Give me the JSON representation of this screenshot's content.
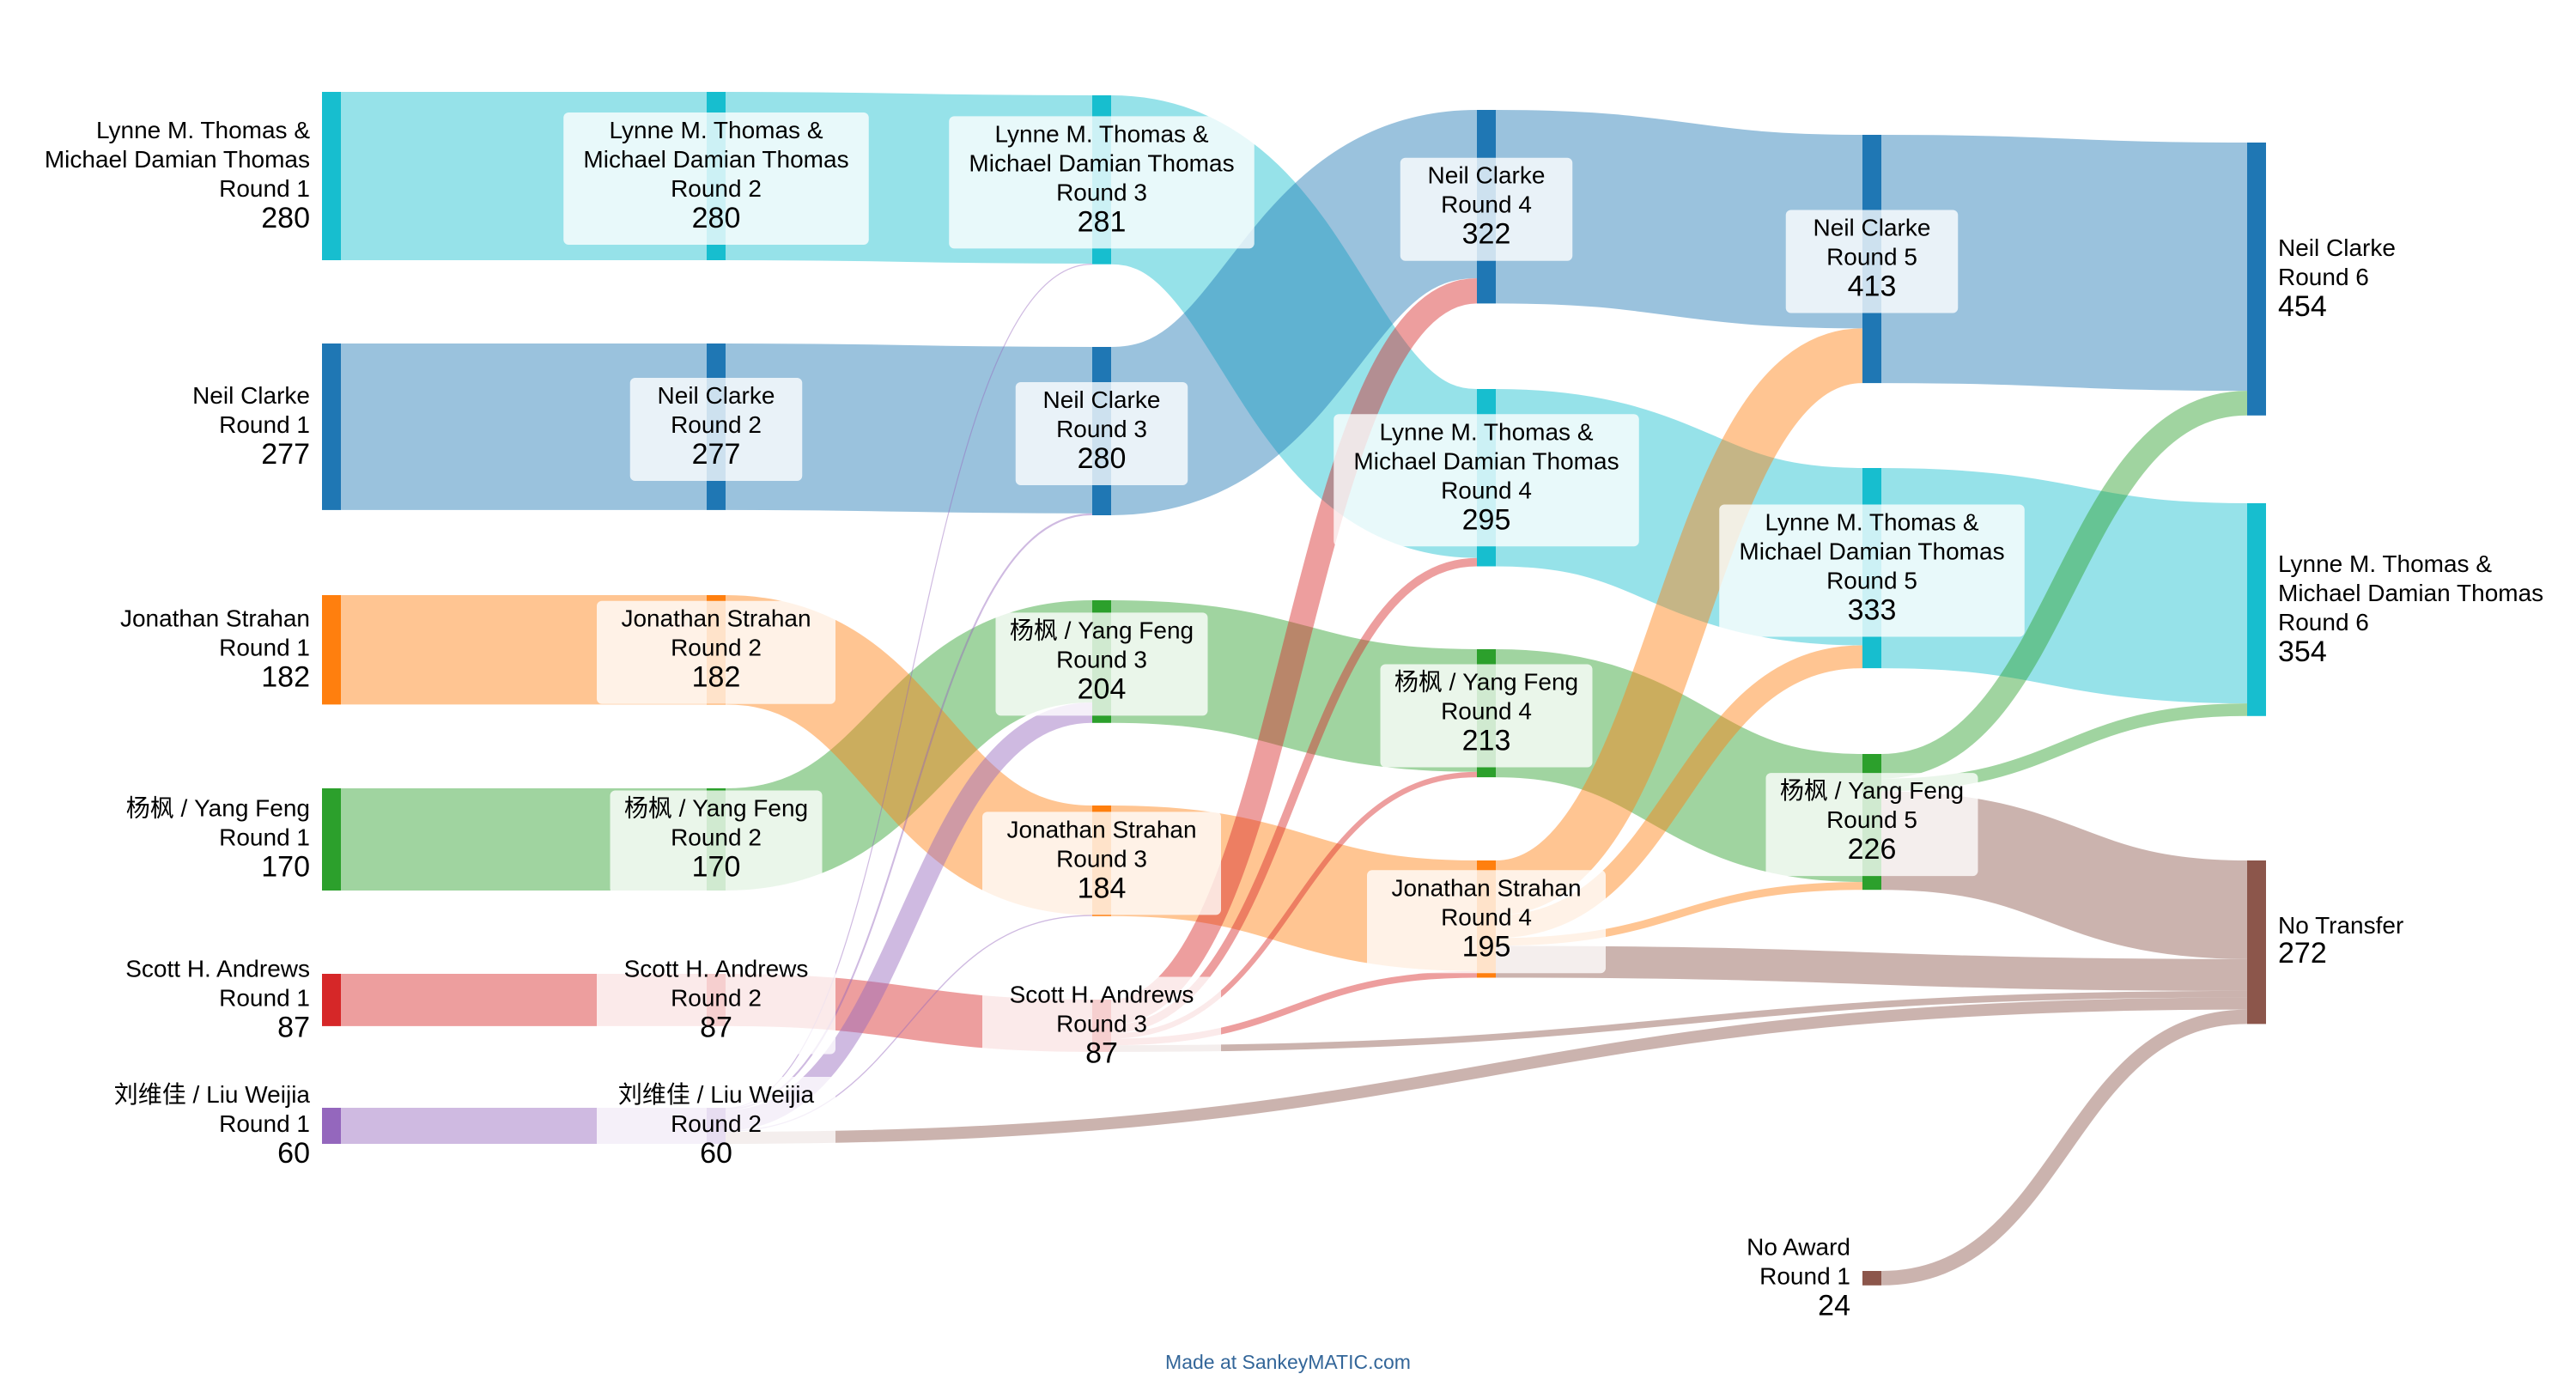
{
  "chart_data": {
    "type": "sankey",
    "credit": "Made at SankeyMATIC.com",
    "colors": {
      "Lynne M. Thomas & Michael Damian Thomas": "#17becf",
      "Neil Clarke": "#1f77b4",
      "Jonathan Strahan": "#ff7f0e",
      "杨枫 / Yang Feng": "#2ca02c",
      "Scott H. Andrews": "#d62728",
      "刘维佳 / Liu Weijia": "#9467bd",
      "No Award": "#8c564b",
      "No Transfer": "#8c564b"
    },
    "nodes": [
      {
        "id": "LT1",
        "candidate": "Lynne M. Thomas & Michael Damian Thomas",
        "lines": [
          "Lynne M. Thomas &",
          "Michael Damian Thomas"
        ],
        "round": "Round 1",
        "value": 280
      },
      {
        "id": "NC1",
        "candidate": "Neil Clarke",
        "lines": [
          "Neil Clarke"
        ],
        "round": "Round 1",
        "value": 277
      },
      {
        "id": "JS1",
        "candidate": "Jonathan Strahan",
        "lines": [
          "Jonathan Strahan"
        ],
        "round": "Round 1",
        "value": 182
      },
      {
        "id": "YF1",
        "candidate": "杨枫 / Yang Feng",
        "lines": [
          "杨枫 / Yang Feng"
        ],
        "round": "Round 1",
        "value": 170
      },
      {
        "id": "SA1",
        "candidate": "Scott H. Andrews",
        "lines": [
          "Scott H. Andrews"
        ],
        "round": "Round 1",
        "value": 87
      },
      {
        "id": "LW1",
        "candidate": "刘维佳 / Liu Weijia",
        "lines": [
          "刘维佳 / Liu Weijia"
        ],
        "round": "Round 1",
        "value": 60
      },
      {
        "id": "LT2",
        "candidate": "Lynne M. Thomas & Michael Damian Thomas",
        "lines": [
          "Lynne M. Thomas &",
          "Michael Damian Thomas"
        ],
        "round": "Round 2",
        "value": 280
      },
      {
        "id": "NC2",
        "candidate": "Neil Clarke",
        "lines": [
          "Neil Clarke"
        ],
        "round": "Round 2",
        "value": 277
      },
      {
        "id": "JS2",
        "candidate": "Jonathan Strahan",
        "lines": [
          "Jonathan Strahan"
        ],
        "round": "Round 2",
        "value": 182
      },
      {
        "id": "YF2",
        "candidate": "杨枫 / Yang Feng",
        "lines": [
          "杨枫 / Yang Feng"
        ],
        "round": "Round 2",
        "value": 170
      },
      {
        "id": "SA2",
        "candidate": "Scott H. Andrews",
        "lines": [
          "Scott H. Andrews"
        ],
        "round": "Round 2",
        "value": 87
      },
      {
        "id": "LW2",
        "candidate": "刘维佳 / Liu Weijia",
        "lines": [
          "刘维佳 / Liu Weijia"
        ],
        "round": "Round 2",
        "value": 60
      },
      {
        "id": "LT3",
        "candidate": "Lynne M. Thomas & Michael Damian Thomas",
        "lines": [
          "Lynne M. Thomas &",
          "Michael Damian Thomas"
        ],
        "round": "Round 3",
        "value": 281
      },
      {
        "id": "NC3",
        "candidate": "Neil Clarke",
        "lines": [
          "Neil Clarke"
        ],
        "round": "Round 3",
        "value": 280
      },
      {
        "id": "YF3",
        "candidate": "杨枫 / Yang Feng",
        "lines": [
          "杨枫 / Yang Feng"
        ],
        "round": "Round 3",
        "value": 204
      },
      {
        "id": "JS3",
        "candidate": "Jonathan Strahan",
        "lines": [
          "Jonathan Strahan"
        ],
        "round": "Round 3",
        "value": 184
      },
      {
        "id": "SA3",
        "candidate": "Scott H. Andrews",
        "lines": [
          "Scott H. Andrews"
        ],
        "round": "Round 3",
        "value": 87
      },
      {
        "id": "NC4",
        "candidate": "Neil Clarke",
        "lines": [
          "Neil Clarke"
        ],
        "round": "Round 4",
        "value": 322
      },
      {
        "id": "LT4",
        "candidate": "Lynne M. Thomas & Michael Damian Thomas",
        "lines": [
          "Lynne M. Thomas &",
          "Michael Damian Thomas"
        ],
        "round": "Round 4",
        "value": 295
      },
      {
        "id": "YF4",
        "candidate": "杨枫 / Yang Feng",
        "lines": [
          "杨枫 / Yang Feng"
        ],
        "round": "Round 4",
        "value": 213
      },
      {
        "id": "JS4",
        "candidate": "Jonathan Strahan",
        "lines": [
          "Jonathan Strahan"
        ],
        "round": "Round 4",
        "value": 195
      },
      {
        "id": "NC5",
        "candidate": "Neil Clarke",
        "lines": [
          "Neil Clarke"
        ],
        "round": "Round 5",
        "value": 413
      },
      {
        "id": "LT5",
        "candidate": "Lynne M. Thomas & Michael Damian Thomas",
        "lines": [
          "Lynne M. Thomas &",
          "Michael Damian Thomas"
        ],
        "round": "Round 5",
        "value": 333
      },
      {
        "id": "YF5",
        "candidate": "杨枫 / Yang Feng",
        "lines": [
          "杨枫 / Yang Feng"
        ],
        "round": "Round 5",
        "value": 226
      },
      {
        "id": "NA1",
        "candidate": "No Award",
        "lines": [
          "No Award"
        ],
        "round": "Round 1",
        "value": 24
      },
      {
        "id": "NC6",
        "candidate": "Neil Clarke",
        "lines": [
          "Neil Clarke"
        ],
        "round": "Round 6",
        "value": 454
      },
      {
        "id": "LT6",
        "candidate": "Lynne M. Thomas & Michael Damian Thomas",
        "lines": [
          "Lynne M. Thomas &",
          "Michael Damian Thomas"
        ],
        "round": "Round 6",
        "value": 354
      },
      {
        "id": "NT",
        "candidate": "No Transfer",
        "lines": [
          "No Transfer"
        ],
        "round": "",
        "value": 272
      }
    ],
    "links": [
      {
        "source": "LT1",
        "target": "LT2",
        "value": 280
      },
      {
        "source": "NC1",
        "target": "NC2",
        "value": 277
      },
      {
        "source": "JS1",
        "target": "JS2",
        "value": 182
      },
      {
        "source": "YF1",
        "target": "YF2",
        "value": 170
      },
      {
        "source": "SA1",
        "target": "SA2",
        "value": 87
      },
      {
        "source": "LW1",
        "target": "LW2",
        "value": 60
      },
      {
        "source": "LT2",
        "target": "LT3",
        "value": 280
      },
      {
        "source": "NC2",
        "target": "NC3",
        "value": 277
      },
      {
        "source": "YF2",
        "target": "YF3",
        "value": 170
      },
      {
        "source": "JS2",
        "target": "JS3",
        "value": 182
      },
      {
        "source": "SA2",
        "target": "SA3",
        "value": 87
      },
      {
        "source": "LW2",
        "target": "LT3",
        "value": 1
      },
      {
        "source": "LW2",
        "target": "NC3",
        "value": 3
      },
      {
        "source": "LW2",
        "target": "YF3",
        "value": 34
      },
      {
        "source": "LW2",
        "target": "JS3",
        "value": 2
      },
      {
        "source": "LW2",
        "target": "NT",
        "value": 20
      },
      {
        "source": "LT3",
        "target": "LT4",
        "value": 281
      },
      {
        "source": "NC3",
        "target": "NC4",
        "value": 280
      },
      {
        "source": "YF3",
        "target": "YF4",
        "value": 204
      },
      {
        "source": "JS3",
        "target": "JS4",
        "value": 184
      },
      {
        "source": "SA3",
        "target": "NC4",
        "value": 42
      },
      {
        "source": "SA3",
        "target": "LT4",
        "value": 14
      },
      {
        "source": "SA3",
        "target": "YF4",
        "value": 9
      },
      {
        "source": "SA3",
        "target": "JS4",
        "value": 11
      },
      {
        "source": "SA3",
        "target": "NT",
        "value": 11
      },
      {
        "source": "NC4",
        "target": "NC5",
        "value": 322
      },
      {
        "source": "LT4",
        "target": "LT5",
        "value": 295
      },
      {
        "source": "YF4",
        "target": "YF5",
        "value": 213
      },
      {
        "source": "JS4",
        "target": "NC5",
        "value": 91
      },
      {
        "source": "JS4",
        "target": "LT5",
        "value": 38
      },
      {
        "source": "JS4",
        "target": "YF5",
        "value": 13
      },
      {
        "source": "JS4",
        "target": "NT",
        "value": 53
      },
      {
        "source": "NC5",
        "target": "NC6",
        "value": 413
      },
      {
        "source": "LT5",
        "target": "LT6",
        "value": 333
      },
      {
        "source": "YF5",
        "target": "NC6",
        "value": 41
      },
      {
        "source": "YF5",
        "target": "LT6",
        "value": 21
      },
      {
        "source": "YF5",
        "target": "NT",
        "value": 164
      },
      {
        "source": "NA1",
        "target": "NT",
        "value": 24
      }
    ]
  }
}
